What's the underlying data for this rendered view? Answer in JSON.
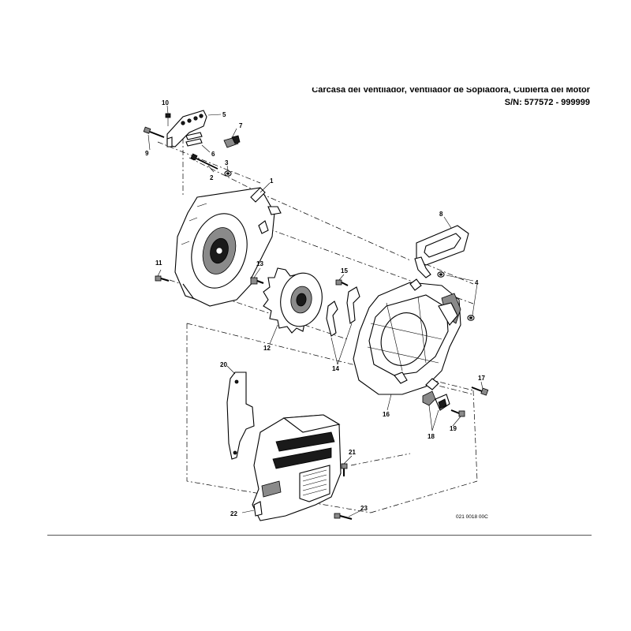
{
  "header": {
    "title": "Carcasa del Ventilador, Ventilador de Sopladora, Cubierta del Motor",
    "serial": "S/N: 577572 - 999999"
  },
  "drawing_code": "021 0018 00C",
  "callouts": [
    "1",
    "2",
    "3",
    "4",
    "5",
    "6",
    "7",
    "8",
    "9",
    "10",
    "11",
    "12",
    "13",
    "14",
    "15",
    "16",
    "17",
    "18",
    "19",
    "20",
    "21",
    "22",
    "23"
  ]
}
